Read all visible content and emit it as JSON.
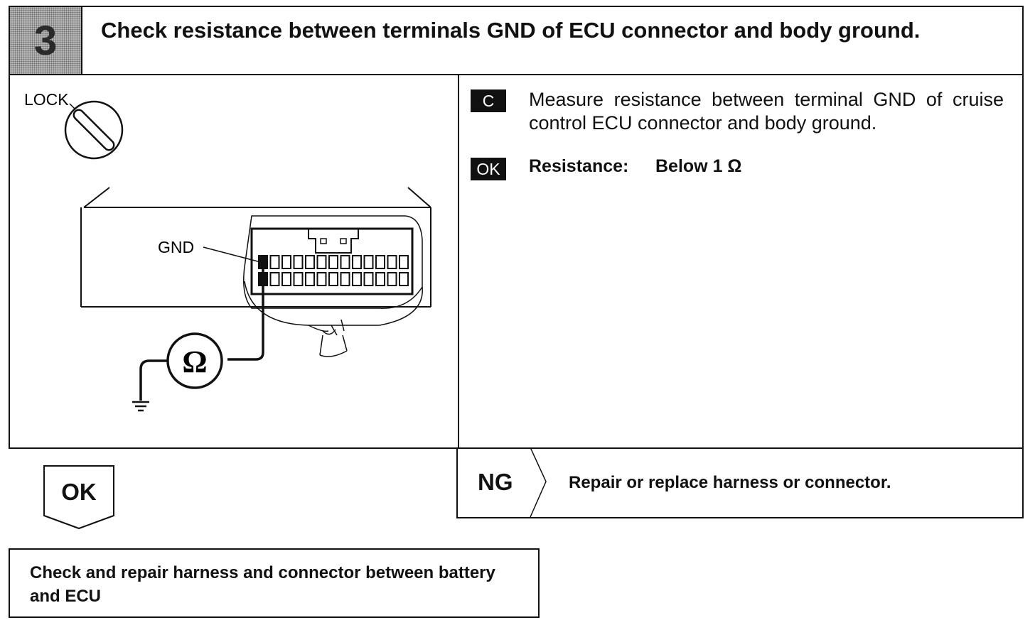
{
  "header": {
    "step_number": "3",
    "title": "Check resistance between terminals GND of ECU connector and body ground."
  },
  "instruction": {
    "badge_c": "C",
    "text": "Measure resistance between terminal GND of cruise control ECU connector and body ground."
  },
  "spec": {
    "badge_ok": "OK",
    "label": "Resistance:",
    "value": "Below 1 Ω"
  },
  "diagram": {
    "lock_label": "LOCK",
    "gnd_label": "GND",
    "ohm_symbol": "Ω",
    "icons": [
      "ignition-lock-icon",
      "ohmmeter-icon",
      "ground-symbol-icon",
      "connector-icon"
    ]
  },
  "ng_branch": {
    "label": "NG",
    "action": "Repair or replace harness or connector."
  },
  "ok_branch": {
    "label": "OK"
  },
  "next_step": {
    "text": "Check and repair harness and connector between battery and ECU"
  }
}
